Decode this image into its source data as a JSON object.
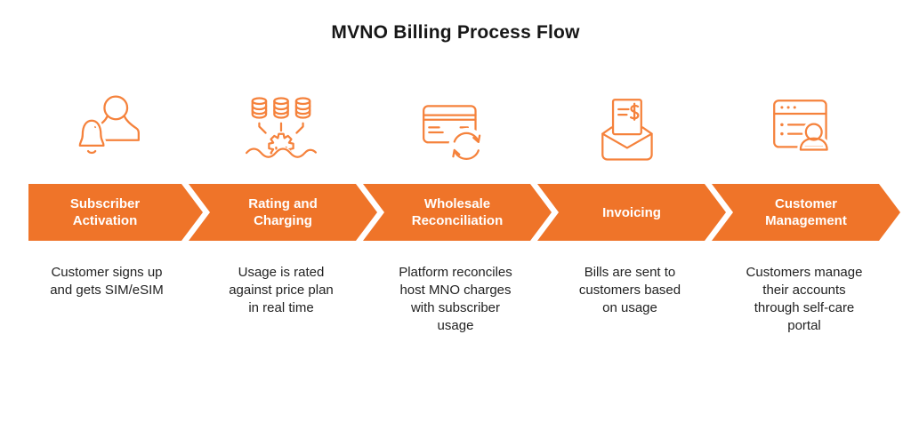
{
  "title": "MVNO Billing Process Flow",
  "colors": {
    "accent": "#EF7429",
    "icon_stroke": "#F5823C",
    "arrow_text": "#FFFFFF",
    "title_text": "#171717",
    "body_text": "#222222",
    "background": "#FFFFFF"
  },
  "stages": [
    {
      "label": "Subscriber Activation",
      "icon": "user-bell-icon",
      "description": "Customer signs up and gets SIM/eSIM",
      "description_lines": [
        "Customer signs up",
        "and gets SIM/eSIM"
      ]
    },
    {
      "label": "Rating and Charging",
      "icon": "coins-gear-icon",
      "description": "Usage is rated against price plan in real time",
      "description_lines": [
        "Usage is rated",
        "against price plan",
        "in real time"
      ]
    },
    {
      "label": "Wholesale Reconciliation",
      "icon": "card-sync-icon",
      "description": "Platform reconciles host MNO charges with subscriber usage",
      "description_lines": [
        "Platform reconciles",
        "host MNO charges",
        "with subscriber",
        "usage"
      ]
    },
    {
      "label": "Invoicing",
      "icon": "invoice-envelope-icon",
      "description": "Bills are sent to customers based on usage",
      "description_lines": [
        "Bills are sent to",
        "customers based",
        "on usage"
      ]
    },
    {
      "label": "Customer Management",
      "icon": "portal-user-icon",
      "description": "Customers manage their accounts through self-care portal",
      "description_lines": [
        "Customers manage",
        "their accounts",
        "through self-care",
        "portal"
      ]
    }
  ]
}
